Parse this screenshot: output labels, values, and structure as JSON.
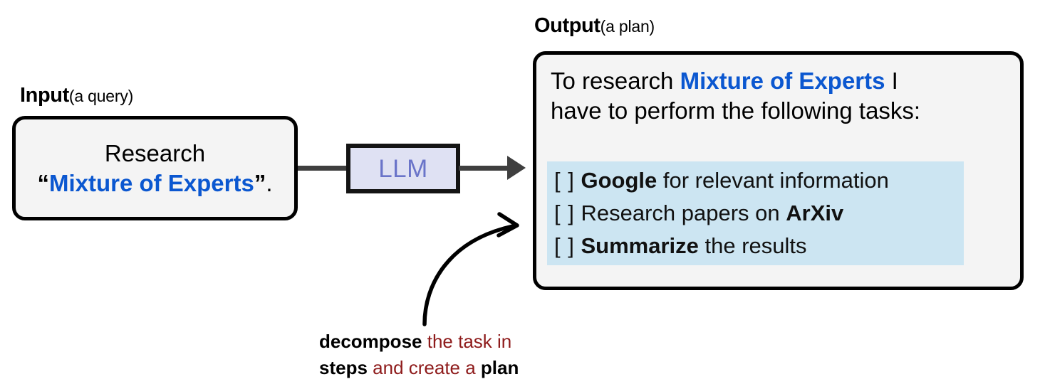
{
  "diagram": {
    "title_hidden": "",
    "colors": {
      "accent_blue": "#0b57d0",
      "llm_fill": "#dfe1f3",
      "llm_text": "#6a74c9",
      "highlight": "#cce5f2",
      "annotation_red": "#8e1b1b",
      "box_fill": "#f4f4f4",
      "arrow_gray": "#3f3f3f"
    }
  },
  "input": {
    "label_strong": "Input",
    "label_weak": "(a query)",
    "line1": "Research",
    "quote_open": "“",
    "topic": "Mixture of Experts",
    "quote_close": "”",
    "period": "."
  },
  "llm": {
    "label": "LLM"
  },
  "output": {
    "label_strong": "Output",
    "label_weak": "(a plan)",
    "intro_pre": "To research ",
    "intro_topic": "Mixture of Experts",
    "intro_post": " I",
    "intro_line2": "have to perform the following tasks:",
    "tasks": [
      {
        "checkbox": "[ ]",
        "bold": "Google",
        "rest": " for relevant information",
        "bold_first": true
      },
      {
        "checkbox": "[ ]",
        "plain": "Research papers on ",
        "bold": "ArXiv",
        "bold_first": false
      },
      {
        "checkbox": "[ ]",
        "bold": "Summarize",
        "rest": " the results",
        "bold_first": true
      }
    ]
  },
  "annotation": {
    "line1_bold": "decompose",
    "line1_rest": " the task in",
    "line2_bold": "steps",
    "line2_mid": " and create a ",
    "line2_bold2": "plan"
  }
}
